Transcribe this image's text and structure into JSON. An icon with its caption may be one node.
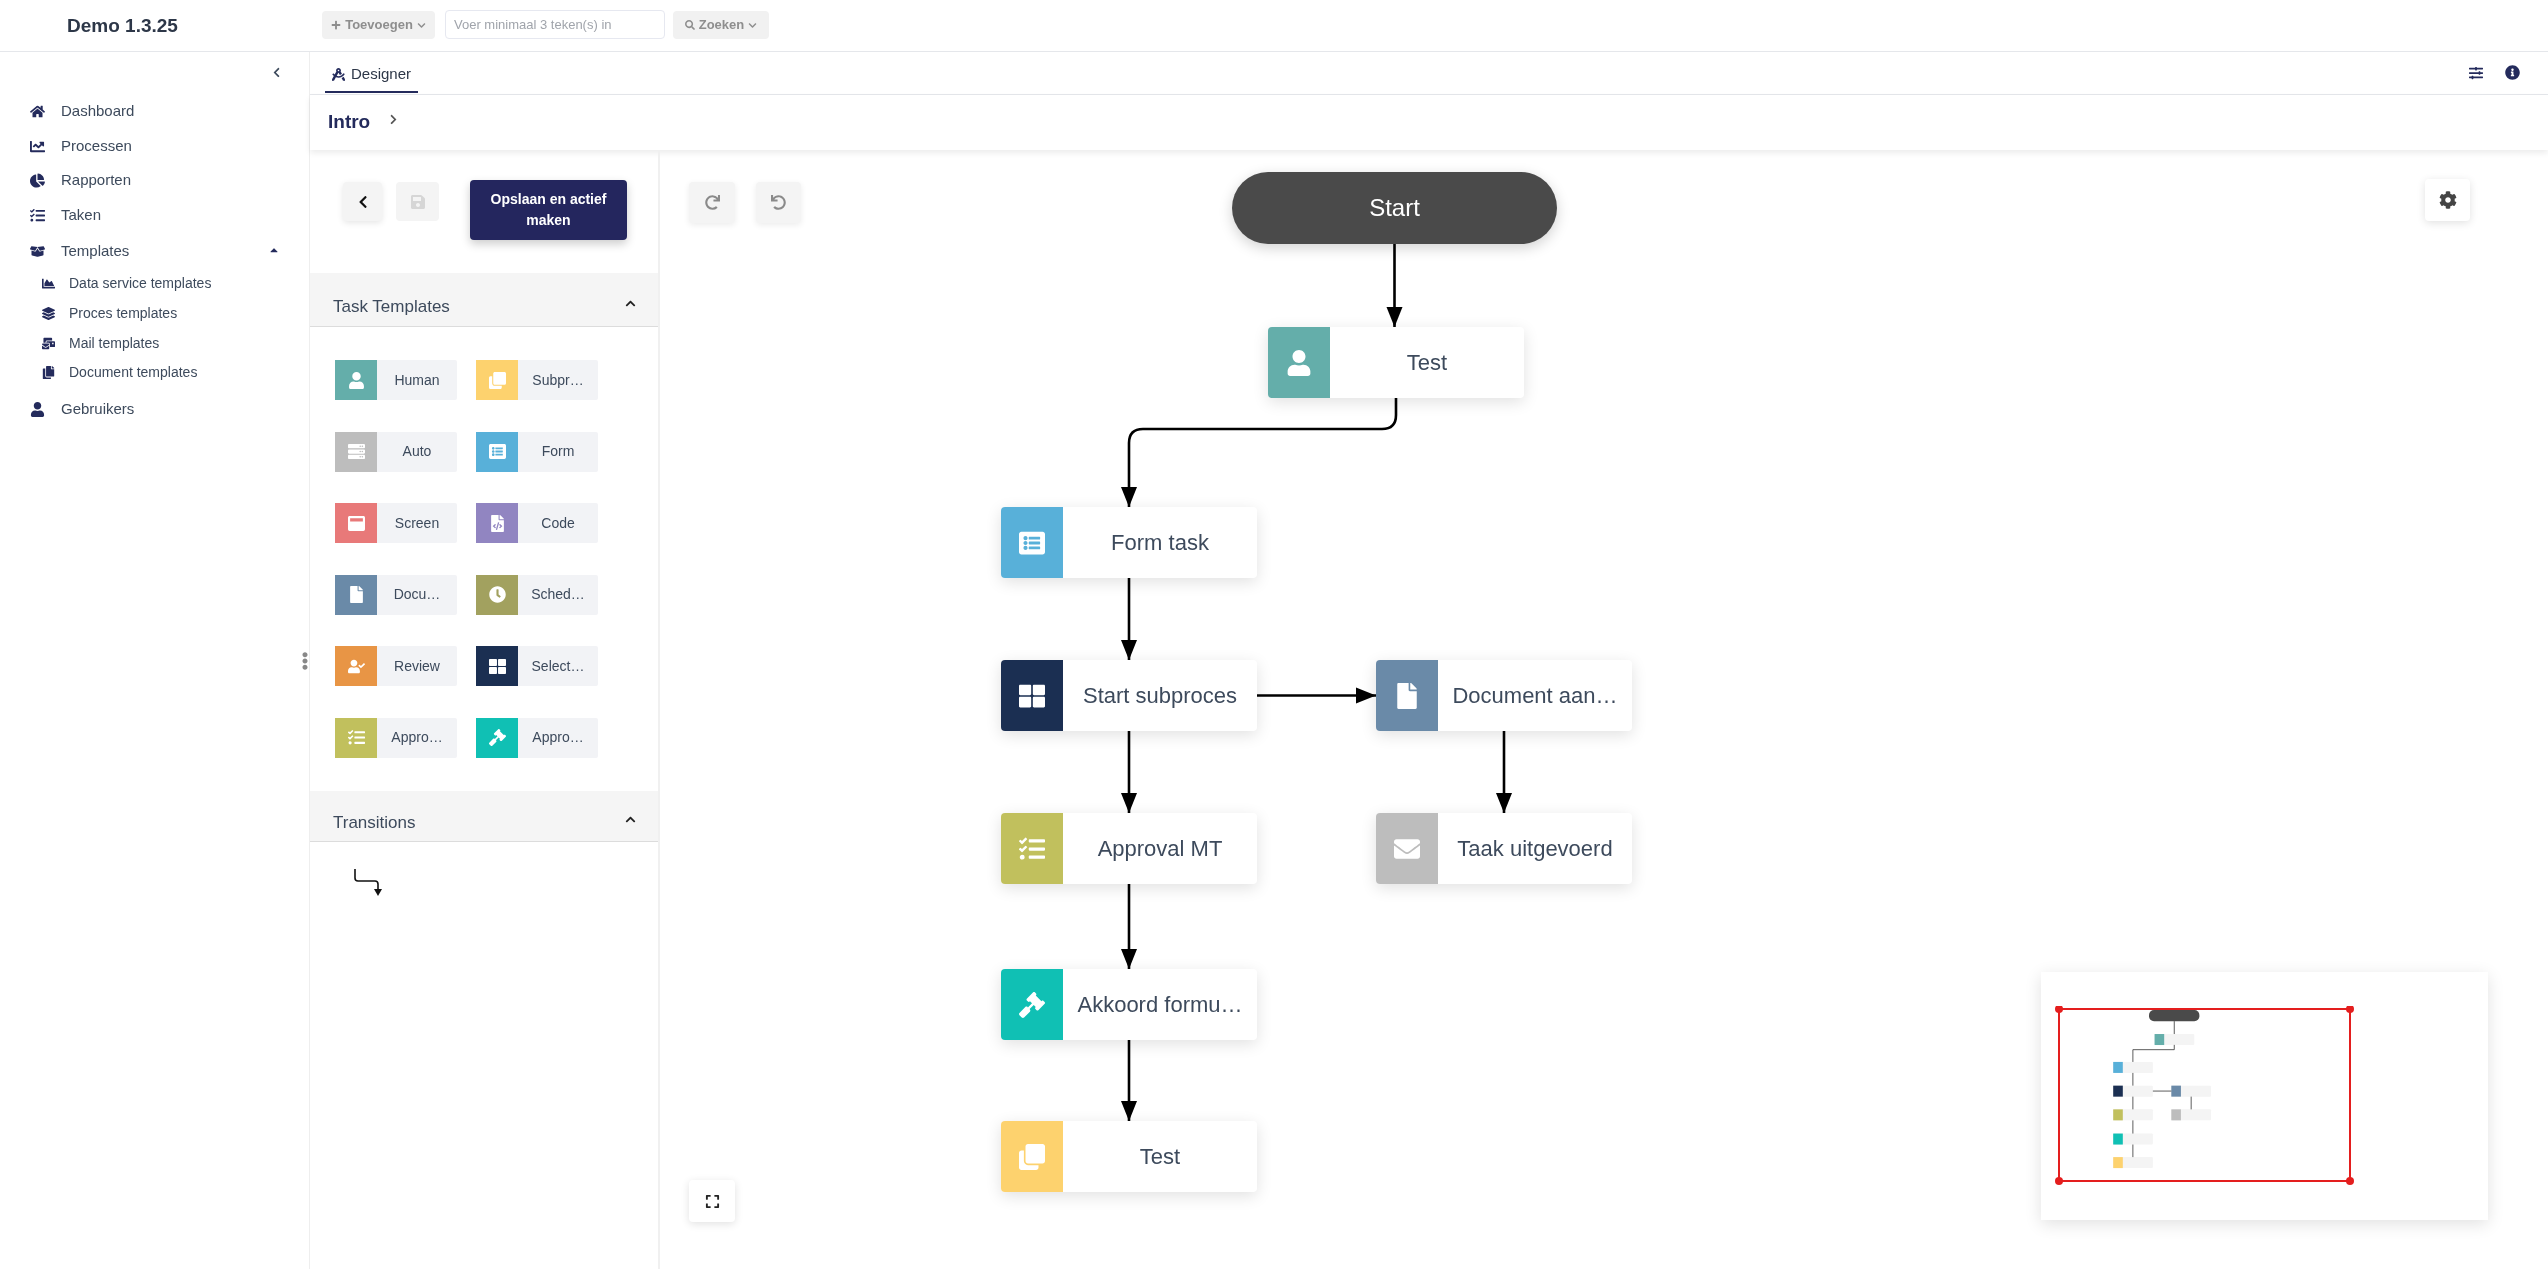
{
  "diagram": {
    "nodes": [
      {
        "text": [
          "Start"
        ]
      },
      {
        "text": [
          "Test"
        ]
      },
      {
        "text": [
          "Form task"
        ]
      },
      {
        "text": [
          "Start subproces"
        ]
      },
      {
        "text": [
          "Document aan…"
        ]
      },
      {
        "text": [
          "Approval MT"
        ]
      },
      {
        "text": [
          "Taak uitgevoerd"
        ]
      },
      {
        "text": [
          "Akkoord formu…"
        ]
      },
      {
        "text": [
          "Test"
        ]
      }
    ],
    "edges": [
      {
        "from": 0,
        "to": 1,
        "arrow": "to"
      },
      {
        "from": 1,
        "to": 2,
        "arrow": "to"
      },
      {
        "from": 2,
        "to": 3,
        "arrow": "to"
      },
      {
        "from": 3,
        "to": 4,
        "arrow": "to"
      },
      {
        "from": 3,
        "to": 5,
        "arrow": "to"
      },
      {
        "from": 4,
        "to": 6,
        "arrow": "to"
      },
      {
        "from": 5,
        "to": 7,
        "arrow": "to"
      },
      {
        "from": 7,
        "to": 8,
        "arrow": "to"
      }
    ],
    "labels": [
      "Demo 1.3.25",
      "Toevoegen",
      "Voer minimaal 3 teken(s) in",
      "Zoeken",
      "Dashboard",
      "Processen",
      "Rapporten",
      "Taken",
      "Templates",
      "Data service templates",
      "Proces templates",
      "Mail templates",
      "Document templates",
      "Gebruikers",
      "Designer",
      "Intro",
      "Opslaan en actief maken",
      "Task Templates",
      "Human",
      "Subpr…",
      "Auto",
      "Form",
      "Screen",
      "Code",
      "Docu…",
      "Sched…",
      "Review",
      "Select…",
      "Appro…",
      "Appro…",
      "Transitions"
    ]
  }
}
